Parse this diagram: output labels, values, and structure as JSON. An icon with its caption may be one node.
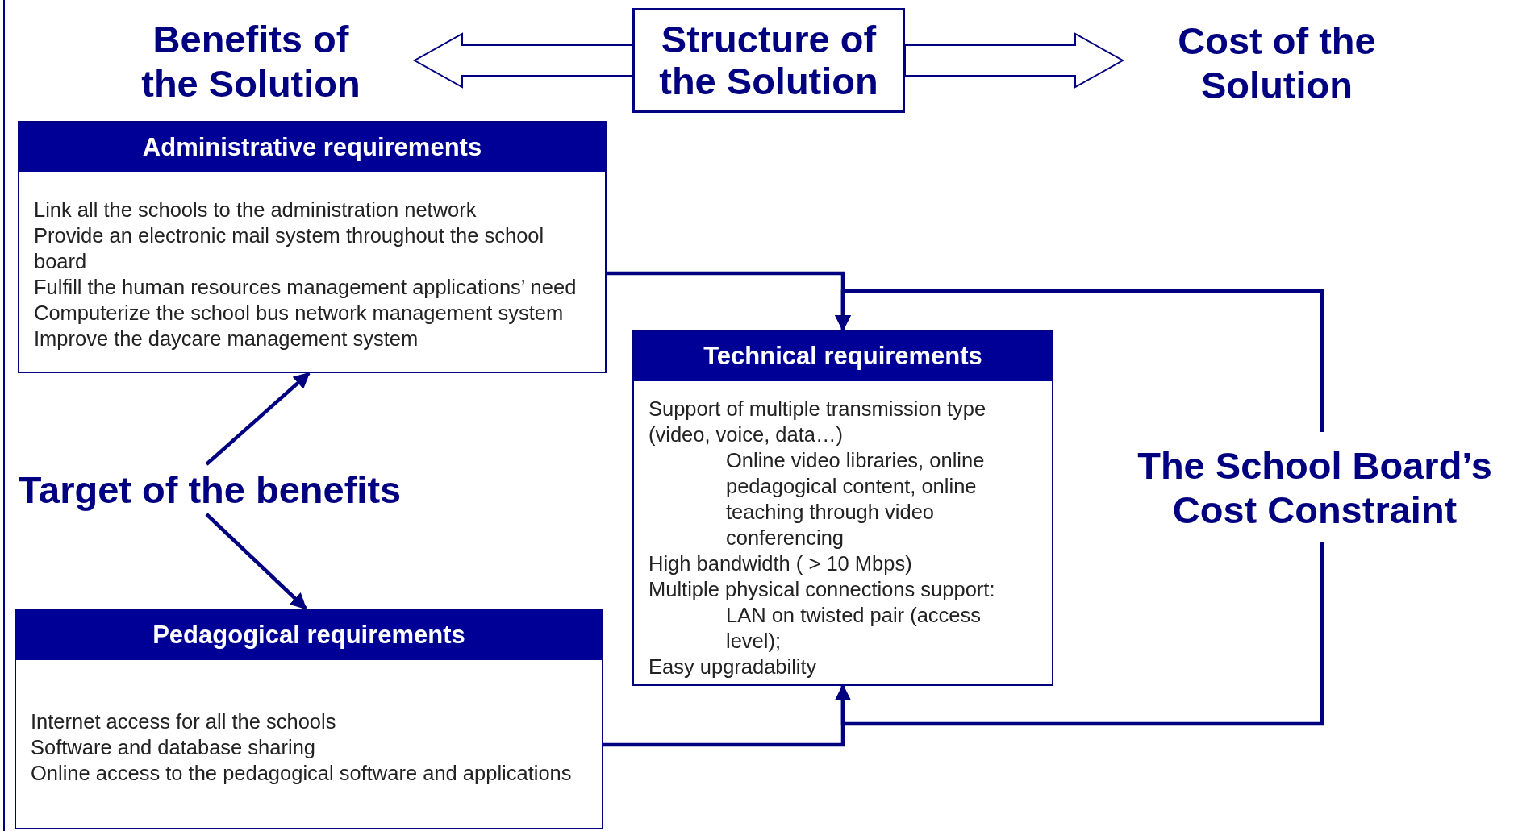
{
  "diagram": {
    "nodes": [
      {
        "text": [
          "Benefits of the Solution"
        ]
      },
      {
        "text": [
          "Structure of the Solution"
        ]
      },
      {
        "text": [
          "Cost of the Solution"
        ]
      },
      {
        "text": [
          "Administrative requirements",
          "Link all the schools to the administration network",
          "Provide an electronic mail system throughout the school board",
          "Fulfill the human resources management applications’ need",
          "Computerize the school bus network management system",
          "Improve the daycare management system"
        ]
      },
      {
        "text": [
          "Technical  requirements",
          "Support of multiple transmission type (video, voice, data…)",
          "Online video libraries, online pedagogical content, online teaching through video conferencing",
          "High bandwidth ( > 10 Mbps)",
          "Multiple physical connections support:",
          "LAN on twisted pair (access level);",
          "Easy upgradability"
        ]
      },
      {
        "text": [
          "Target of the benefits"
        ]
      },
      {
        "text": [
          "The School Board’s Cost Constraint"
        ]
      },
      {
        "text": [
          "Pedagogical requirements",
          "Internet access for all the schools",
          "Software and database sharing",
          "Online access to the pedagogical software and applications"
        ]
      }
    ],
    "edges": [
      {
        "from": 1,
        "to": 0,
        "arrow": "to"
      },
      {
        "from": 1,
        "to": 2,
        "arrow": "to"
      },
      {
        "from": 3,
        "to": 4,
        "arrow": "to"
      },
      {
        "from": 7,
        "to": 4,
        "arrow": "to"
      },
      {
        "from": 6,
        "to": 4,
        "arrow": "to"
      },
      {
        "from": 6,
        "to": 4,
        "arrow": "to"
      },
      {
        "from": 5,
        "to": 3,
        "arrow": "to"
      },
      {
        "from": 5,
        "to": 7,
        "arrow": "to"
      }
    ]
  }
}
